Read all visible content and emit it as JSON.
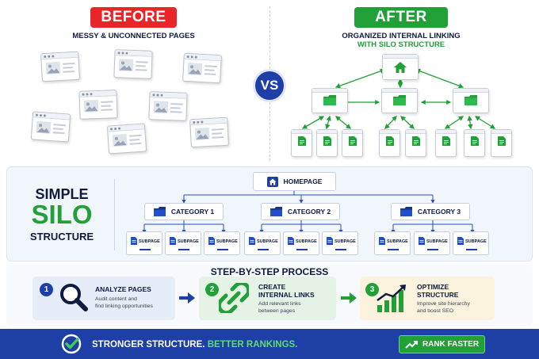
{
  "before": {
    "label": "BEFORE",
    "subtitle": "MESSY & UNCONNECTED PAGES",
    "color": "#e8262a"
  },
  "after": {
    "label": "AFTER",
    "subtitle_line1": "ORGANIZED INTERNAL LINKING",
    "subtitle_line2": "WITH SILO STRUCTURE",
    "color": "#21a038",
    "top_icon": "home-icon",
    "mid_icon": "folder-icon",
    "leaf_icon": "document-icon"
  },
  "vs": {
    "label": "VS"
  },
  "silo": {
    "word1": "SIMPLE",
    "word2": "SILO",
    "word3": "STRUCTURE",
    "homepage": "HOMEPAGE",
    "categories": [
      {
        "label": "CATEGORY 1",
        "subpages": [
          "SUBPAGE",
          "SUBPAGE",
          "SUBPAGE"
        ]
      },
      {
        "label": "CATEGORY 2",
        "subpages": [
          "SUBPAGE",
          "SUBPAGE",
          "SUBPAGE"
        ]
      },
      {
        "label": "CATEGORY 3",
        "subpages": [
          "SUBPAGE",
          "SUBPAGE",
          "SUBPAGE"
        ]
      }
    ]
  },
  "process": {
    "title": "STEP-BY-STEP PROCESS",
    "steps": [
      {
        "number": "1",
        "title": "ANALYZE PAGES",
        "desc_line1": "Audit content and",
        "desc_line2": "find linking opportunities",
        "icon": "magnifier-icon",
        "color": "#1f3fa8"
      },
      {
        "number": "2",
        "title_line1": "CREATE",
        "title_line2": "INTERNAL LINKS",
        "desc_line1": "Add relevant links",
        "desc_line2": "between pages",
        "icon": "chain-link-icon",
        "color": "#21a038"
      },
      {
        "number": "3",
        "title_line1": "OPTIMIZE",
        "title_line2": "STRUCTURE",
        "desc_line1": "Improve site hierarchy",
        "desc_line2": "and boost SEO",
        "icon": "growth-chart-icon",
        "color": "#21a038"
      }
    ]
  },
  "footer": {
    "tagline_part1": "STRONGER STRUCTURE.",
    "tagline_part2": "BETTER RANKINGS.",
    "button": "RANK FASTER",
    "bg": "#1d3fa6"
  }
}
